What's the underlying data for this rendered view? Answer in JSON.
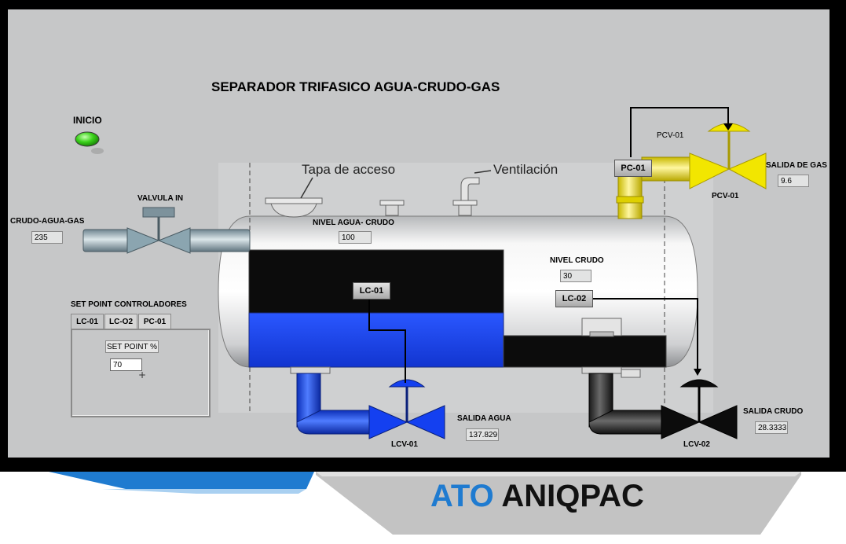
{
  "title": "SEPARADOR TRIFASICO AGUA-CRUDO-GAS",
  "inicio": {
    "label": "INICIO"
  },
  "inlet": {
    "label": "CRUDO-AGUA-GAS",
    "value": "235"
  },
  "valve_in": {
    "label": "VALVULA IN"
  },
  "nivel_agua_crudo": {
    "label": "NIVEL AGUA- CRUDO",
    "value": "100"
  },
  "nivel_crudo": {
    "label": "NIVEL CRUDO",
    "value": "30"
  },
  "tapa": {
    "label": "Tapa de acceso"
  },
  "ventilacion": {
    "label": "Ventilación"
  },
  "gas": {
    "controller": "PC-01",
    "valve_top_label": "PCV-01",
    "valve_label": "PCV-01",
    "outlet_label": "SALIDA DE GAS",
    "outlet_value": "9.6"
  },
  "agua": {
    "controller": "LC-01",
    "valve_label": "LCV-01",
    "outlet_label": "SALIDA AGUA",
    "outlet_value": "137.829"
  },
  "crudo": {
    "controller": "LC-02",
    "valve_label": "LCV-02",
    "outlet_label": "SALIDA CRUDO",
    "outlet_value": "28.3333"
  },
  "setpoint": {
    "title": "SET POINT CONTROLADORES",
    "tabs": [
      "LC-01",
      "LC-O2",
      "PC-01"
    ],
    "active_tab": 0,
    "label": "SET POINT %",
    "value": "70"
  },
  "brand": {
    "part1": "ATO",
    "part2": "ANIQPAC",
    "color1": "#1f7bd0",
    "color2": "#111111"
  },
  "colors": {
    "water": "#1f4ff5",
    "gas": "#f2e200",
    "crude": "#111111",
    "panel": "#c6c7c8"
  }
}
